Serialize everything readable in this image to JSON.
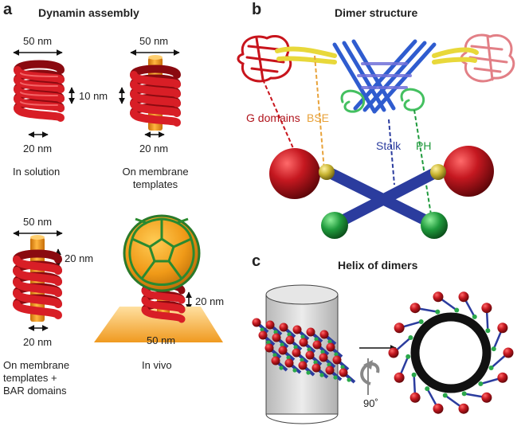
{
  "panels": {
    "a": {
      "letter": "a",
      "title": "Dynamin assembly",
      "dims": {
        "w50_1": "50 nm",
        "w50_2": "50 nm",
        "w50_3": "50 nm",
        "w50_4": "50 nm",
        "h10": "10 nm",
        "h20_1": "20 nm",
        "h20_2": "20 nm",
        "d20_1": "20 nm",
        "d20_2": "20 nm",
        "d20_3": "20 nm"
      },
      "captions": {
        "solution": "In solution",
        "membrane_1": "On membrane",
        "membrane_2": "templates",
        "bar_1": "On membrane",
        "bar_2": "templates +",
        "bar_3": "BAR domains",
        "vivo": "In vivo"
      }
    },
    "b": {
      "letter": "b",
      "title": "Dimer structure",
      "labels": {
        "g_domains": "G domains",
        "bse": "BSE",
        "stalk": "Stalk",
        "ph": "PH"
      }
    },
    "c": {
      "letter": "c",
      "title": "Helix of dimers",
      "rotation": "90˚"
    }
  },
  "colors": {
    "g_domain": "#b0141c",
    "bse": "#d4c23a",
    "stalk": "#2b3c9e",
    "ph": "#1f9a3c",
    "bse_label": "#e8a23a",
    "membrane": "#f0a020"
  }
}
